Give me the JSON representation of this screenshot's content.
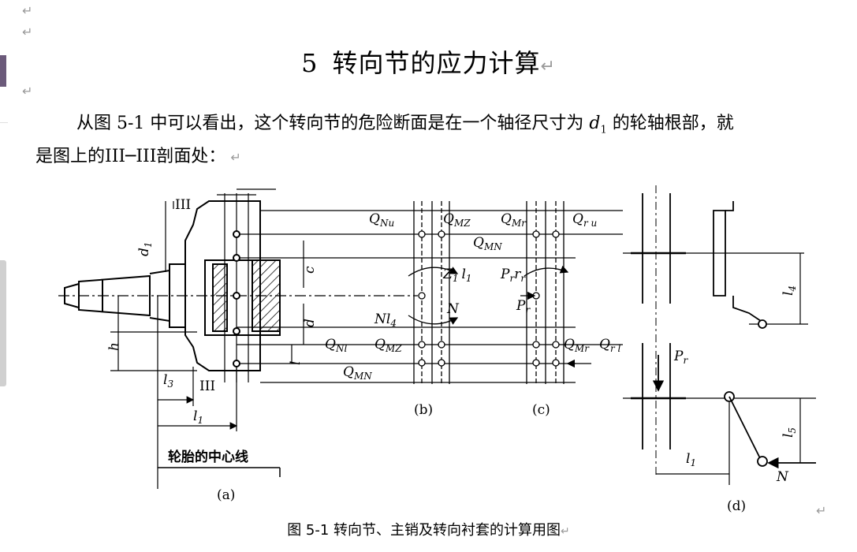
{
  "document": {
    "paragraph_mark": "↵",
    "heading": {
      "number": "5",
      "text": "转向节的应力计算"
    },
    "paragraph": {
      "line1_before": "从图 5-1 中可以看出，这个转向节的危险断面是在一个轴径尺寸为 ",
      "line1_var": "d",
      "line1_sub": "1",
      "line1_after": " 的轮轴根部，就",
      "line2": "是图上的III─III剖面处："
    },
    "figure": {
      "caption": "图 5-1  转向节、主销及转向衬套的计算用图",
      "panel_labels": {
        "a": "(a)",
        "b": "(b)",
        "c": "(c)",
        "d": "(d)"
      },
      "tire_centerline_label": "轮胎的中心线",
      "section_mark": "III",
      "labels": {
        "d1": "d",
        "d1_sub": "1",
        "c": "c",
        "d": "d",
        "h": "h",
        "l": "l",
        "l3": "l",
        "l3_sub": "3",
        "l1": "l",
        "l1_sub": "1",
        "QNu": "Q",
        "QNu_sub": "Nu",
        "QMZ_top": "Q",
        "QMZ_top_sub": "MZ",
        "QMr_top": "Q",
        "QMr_top_sub": "Mr",
        "Qru": "Q",
        "Qru_sub": "r u",
        "QMN_top": "Q",
        "QMN_top_sub": "MN",
        "Z1l1": "Z",
        "Z1l1_sub": "1",
        "Z1l1_tail": "l",
        "Z1l1_tail_sub": "1",
        "N_b": "N",
        "Nl4": "Nl",
        "Nl4_sub": "4",
        "Prrr": "P",
        "Prrr_sub": "r",
        "Prrr_tail": "r",
        "Prrr_tail_sub": "r",
        "Pr_c": "P",
        "Pr_c_sub": "r",
        "QNl": "Q",
        "QNl_sub": "Nl",
        "QMZ_bot": "Q",
        "QMZ_bot_sub": "MZ",
        "QMr_bot": "Q",
        "QMr_bot_sub": "Mr",
        "Qrl": "Q",
        "Qrl_sub": "r l",
        "QMN_bot": "Q",
        "QMN_bot_sub": "MN",
        "l4": "l",
        "l4_sub": "4",
        "Pr_d": "P",
        "Pr_d_sub": "r",
        "l5": "l",
        "l5_sub": "5",
        "l1_d": "l",
        "l1_d_sub": "1",
        "N_d": "N"
      }
    }
  }
}
